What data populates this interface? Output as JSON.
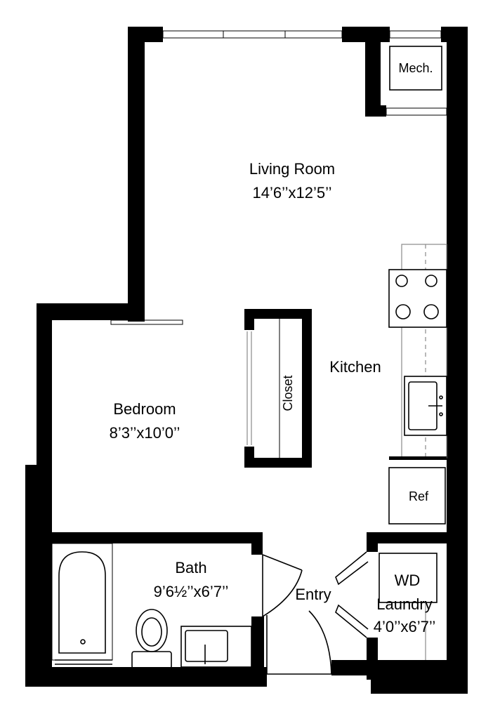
{
  "rooms": {
    "living": {
      "name": "Living Room",
      "dims": "14’6’’x12’5’’"
    },
    "bedroom": {
      "name": "Bedroom",
      "dims": "8’3’’x10’0’’"
    },
    "bath": {
      "name": "Bath",
      "dims": "9’6½’’x6’7’’"
    },
    "laundry": {
      "name": "Laundry",
      "dims": "4’0’’x6’7’’"
    },
    "kitchen": {
      "name": "Kitchen"
    },
    "entry": {
      "name": "Entry"
    }
  },
  "fixtures": {
    "mech": "Mech.",
    "closet": "Closet",
    "ref": "Ref",
    "wd": "WD"
  }
}
